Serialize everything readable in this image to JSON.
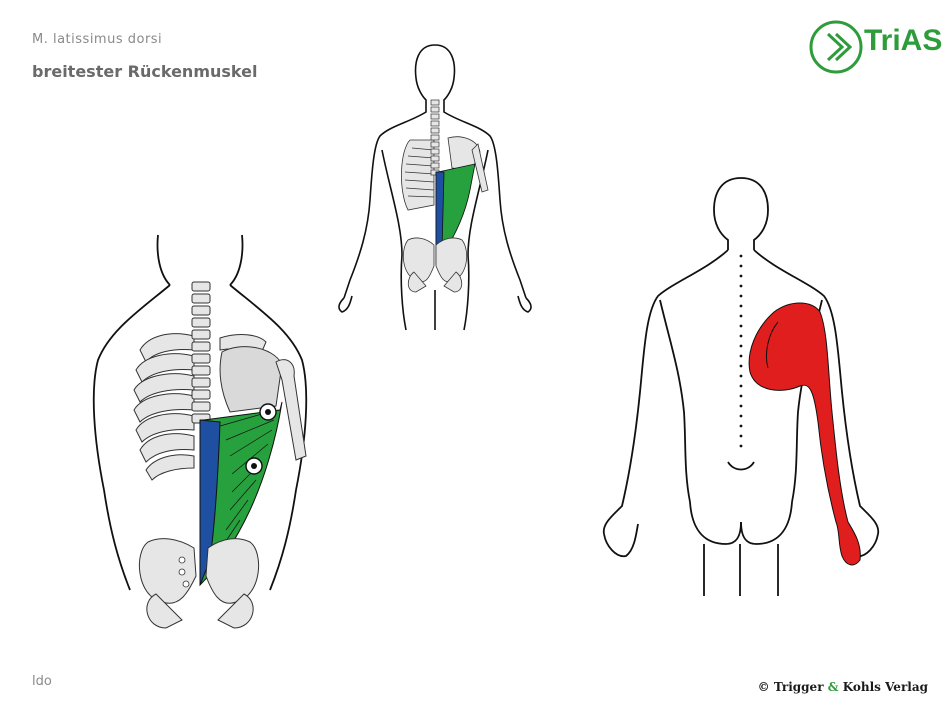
{
  "header": {
    "subtitle": "M. latissimus dorsi",
    "title": "breitester Rückenmuskel"
  },
  "footer": {
    "code": "ldo",
    "copyright_prefix": "© Trigger ",
    "copyright_amp": "&",
    "copyright_suffix": " Kohls Verlag"
  },
  "logo": {
    "text": "TriAS",
    "icon": "chevron-circle-icon",
    "color": "#2e9c3a"
  },
  "figures": {
    "muscle_color": "#27a03e",
    "tendon_color": "#1f4fa0",
    "pain_color": "#e01e1e",
    "bone_color": "#d9d9d9",
    "trigger_points": 2
  }
}
